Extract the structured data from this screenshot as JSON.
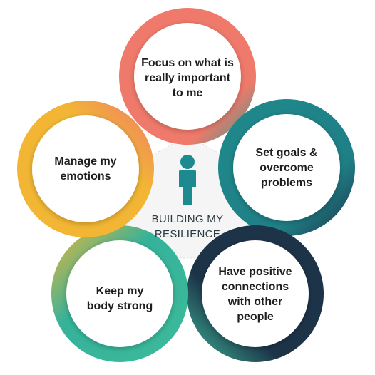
{
  "center": {
    "title": "BUILDING MY\nRESILIENCE",
    "icon": "person-icon"
  },
  "nodes": [
    {
      "id": "focus",
      "label": "Focus on what is\nreally important\nto me"
    },
    {
      "id": "goals",
      "label": "Set goals &\novercome\nproblems"
    },
    {
      "id": "connections",
      "label": "Have positive\nconnections\nwith other\npeople"
    },
    {
      "id": "body",
      "label": "Keep my\nbody strong"
    },
    {
      "id": "emotions",
      "label": "Manage my\nemotions"
    }
  ],
  "colors": {
    "coral": "#ef7a6b",
    "teal": "#1f8a8c",
    "navy": "#1d3348",
    "green": "#3dbb9a",
    "yellow": "#f2b634",
    "icon": "#1d8a8f"
  }
}
